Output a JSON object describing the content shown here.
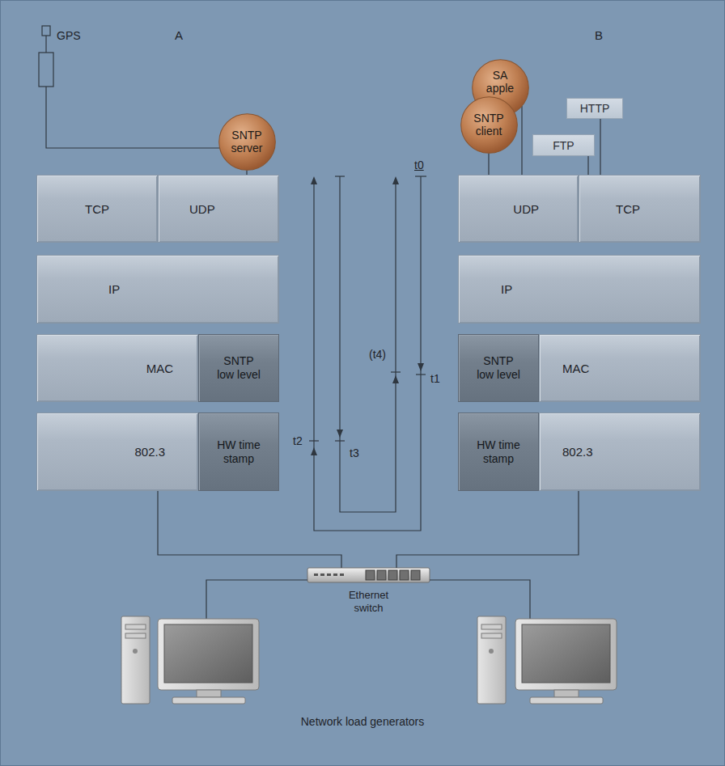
{
  "diagram": {
    "nodes": [
      {
        "text": [
          "SNTP server"
        ]
      },
      {
        "text": [
          "SA apple"
        ]
      },
      {
        "text": [
          "SNTP client"
        ]
      },
      {
        "text": [
          "HTTP"
        ]
      },
      {
        "text": [
          "FTP"
        ]
      },
      {
        "text": [
          "TCP"
        ]
      },
      {
        "text": [
          "UDP"
        ]
      },
      {
        "text": [
          "UDP"
        ]
      },
      {
        "text": [
          "TCP"
        ]
      },
      {
        "text": [
          "IP"
        ]
      },
      {
        "text": [
          "IP"
        ]
      },
      {
        "text": [
          "MAC"
        ]
      },
      {
        "text": [
          "SNTP low level"
        ]
      },
      {
        "text": [
          "SNTP low level"
        ]
      },
      {
        "text": [
          "MAC"
        ]
      },
      {
        "text": [
          "802.3"
        ]
      },
      {
        "text": [
          "HW time stamp"
        ]
      },
      {
        "text": [
          "HW time stamp"
        ]
      },
      {
        "text": [
          "802.3"
        ]
      },
      {
        "text": [
          "Ethernet switch"
        ]
      }
    ],
    "edges": [
      {
        "from": 0,
        "to": 6,
        "arrow": "none"
      },
      {
        "from": 1,
        "to": 7,
        "arrow": "none"
      },
      {
        "from": 2,
        "to": 7,
        "arrow": "none"
      },
      {
        "from": 3,
        "to": 8,
        "arrow": "none"
      },
      {
        "from": 4,
        "to": 8,
        "arrow": "none"
      },
      {
        "from": 15,
        "to": 19,
        "arrow": "none"
      },
      {
        "from": 18,
        "to": 19,
        "arrow": "none"
      }
    ],
    "labels": [
      "A",
      "B",
      "GPS",
      "t0",
      "(t4)",
      "t1",
      "t2",
      "t3",
      "Network load generators"
    ]
  }
}
